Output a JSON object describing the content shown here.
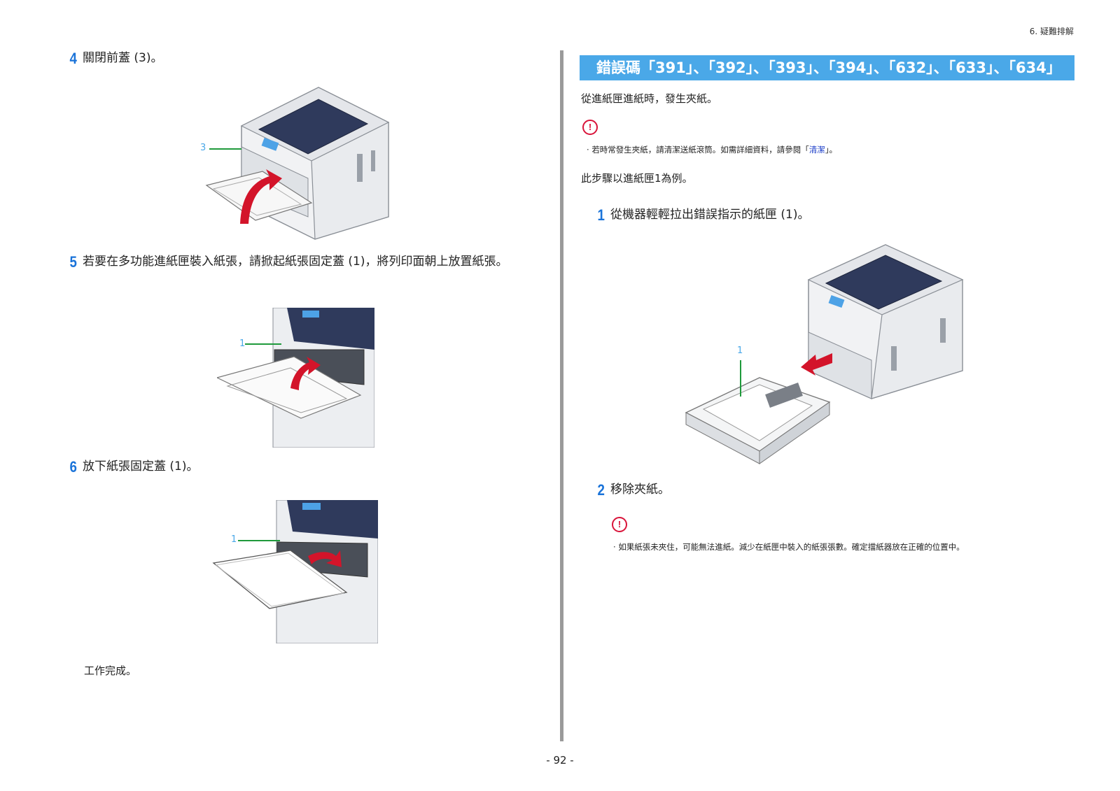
{
  "header": {
    "chapter": "6. 疑難排解"
  },
  "left": {
    "step4": {
      "num": "4",
      "text": "關閉前蓋 (3)。",
      "callout": "3"
    },
    "step5": {
      "num": "5",
      "text": "若要在多功能進紙匣裝入紙張，請掀起紙張固定蓋 (1)，將列印面朝上放置紙張。",
      "callout": "1"
    },
    "step6": {
      "num": "6",
      "text": "放下紙張固定蓋 (1)。",
      "callout": "1"
    },
    "done": "工作完成。"
  },
  "right": {
    "heading": "錯誤碼「391」、「392」、「393」、「394」、「632」、「633」、「634」",
    "intro": "從進紙匣進紙時，發生夾紙。",
    "note1": {
      "icon": "!",
      "bullet": "·",
      "text_before": "若時常發生夾紙，請清潔送紙滾筒。如需詳細資料，請參閱「",
      "link": "清潔",
      "text_after": "」。"
    },
    "example": "此步驟以進紙匣1為例。",
    "step1": {
      "num": "1",
      "text": "從機器輕輕拉出錯誤指示的紙匣 (1)。",
      "callout": "1"
    },
    "step2": {
      "num": "2",
      "text": "移除夾紙。"
    },
    "note2": {
      "icon": "!",
      "bullet": "·",
      "text": "如果紙張未夾住，可能無法進紙。減少在紙匣中裝入的紙張張數。確定擋紙器放在正確的位置中。"
    }
  },
  "footer": {
    "page": "- 92 -"
  },
  "colors": {
    "accent": "#1a73d9",
    "heading_bg": "#4aa8e8",
    "warning": "#d9143a",
    "arrow": "#d3142a",
    "callout_line": "#1f9a3c"
  }
}
